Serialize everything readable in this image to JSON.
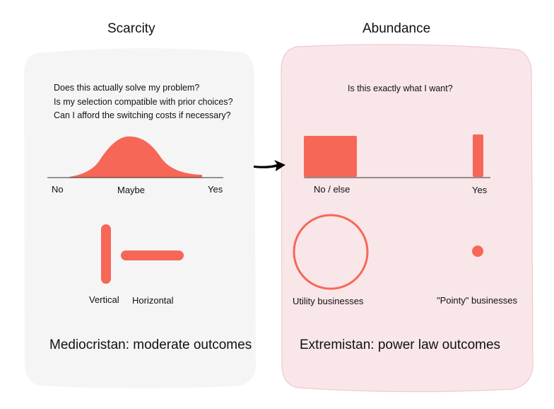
{
  "left": {
    "heading": "Scarcity",
    "questions": [
      "Does this actually solve my problem?",
      "Is my selection compatible with prior choices?",
      "Can I afford the switching costs if necessary?"
    ],
    "axis_labels": {
      "left": "No",
      "middle": "Maybe",
      "right": "Yes"
    },
    "shape_labels": {
      "vertical": "Vertical",
      "horizontal": "Horizontal"
    },
    "outcome": "Mediocristan: moderate outcomes"
  },
  "right": {
    "heading": "Abundance",
    "question": "Is this exactly what I want?",
    "axis_labels": {
      "left": "No / else",
      "right": "Yes"
    },
    "shape_labels": {
      "utility": "Utility businesses",
      "pointy": "\"Pointy\" businesses"
    },
    "outcome": "Extremistan: power law outcomes"
  },
  "colors": {
    "accent": "#f76757",
    "left_panel": "#f5f5f5",
    "right_panel": "#f9e6e9",
    "right_panel_border": "#f1c9cf",
    "axis": "#333333",
    "arrow": "#000000"
  }
}
